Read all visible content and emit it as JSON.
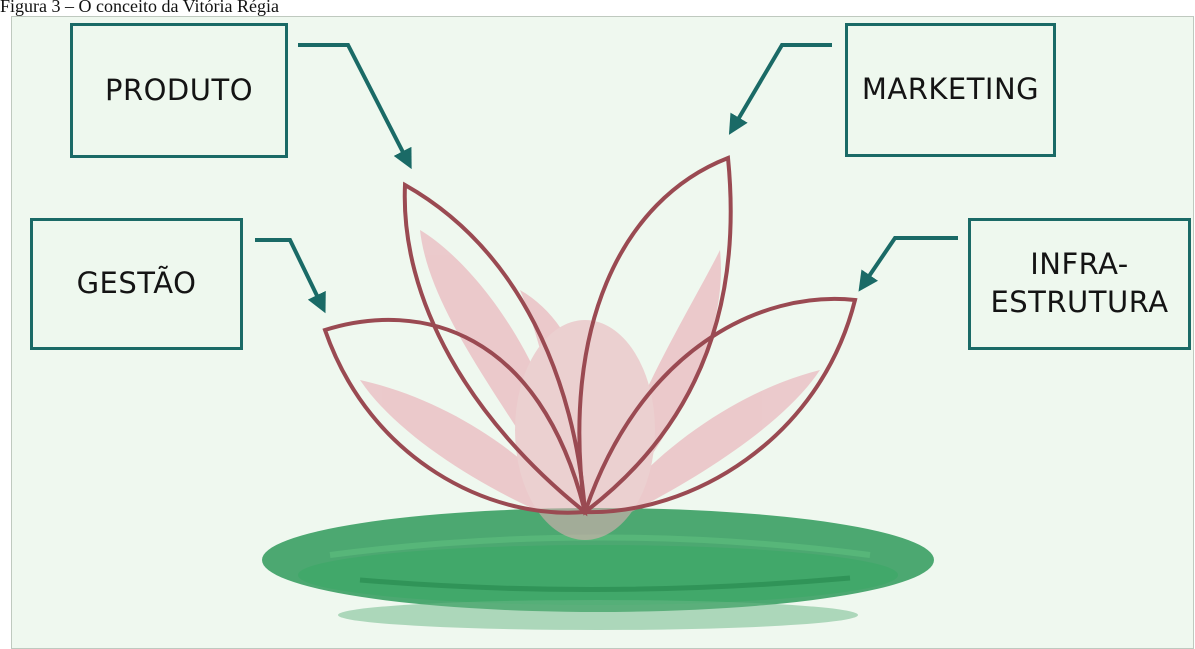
{
  "caption": "Figura 3 – O conceito da Vitória Régia",
  "boxes": {
    "produto": "PRODUTO",
    "marketing": "MARKETING",
    "gestao": "GESTÃO",
    "infra_line1": "INFRA-",
    "infra_line2": "ESTRUTURA"
  },
  "colors": {
    "background": "#eff8ef",
    "box_border": "#1a6a66",
    "arrow": "#1a6a66",
    "petal_outline": "#9a4a52",
    "petal_fill": "#e8a4ae",
    "leaf": "#2f9a5a"
  }
}
